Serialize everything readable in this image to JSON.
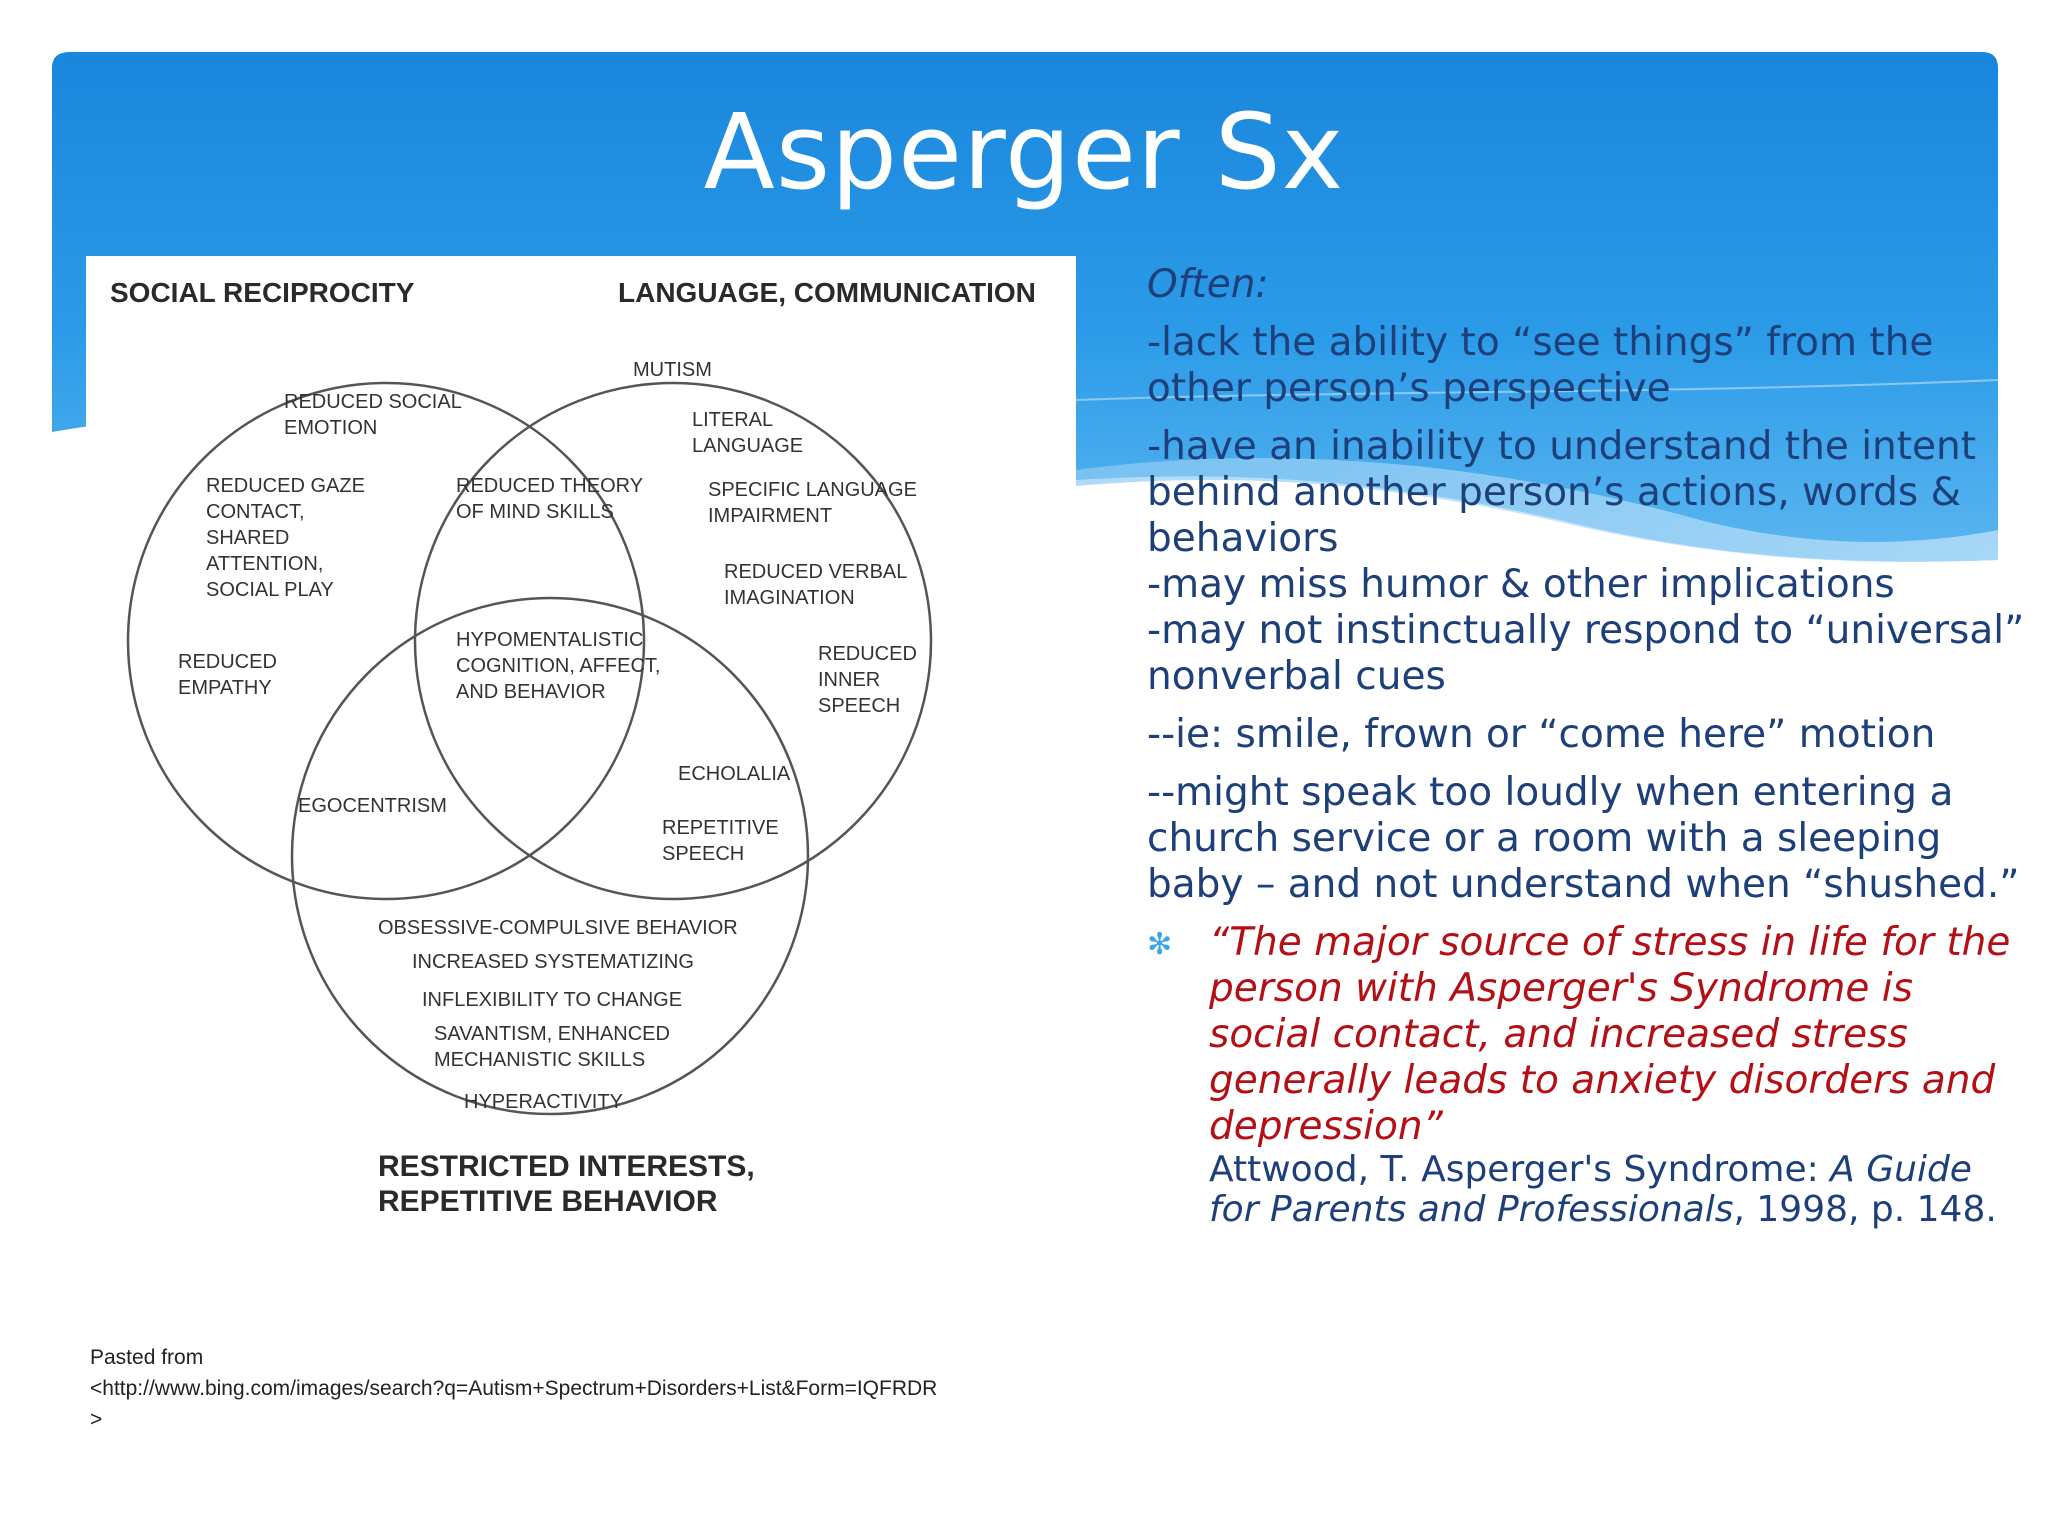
{
  "slide": {
    "title": "Asperger Sx",
    "colors": {
      "banner": "#1e8fe0",
      "body_text": "#1d3f7a",
      "quote_text": "#b30f14",
      "bullet": "#3aa6e6"
    }
  },
  "venn": {
    "headings": {
      "social": "SOCIAL RECIPROCITY",
      "language": "LANGUAGE, COMMUNICATION",
      "restricted_1": "RESTRICTED INTERESTS,",
      "restricted_2": "REPETITIVE BEHAVIOR"
    },
    "labels": {
      "mutism": "MUTISM",
      "reduced_social_emotion_1": "REDUCED SOCIAL",
      "reduced_social_emotion_2": "EMOTION",
      "literal_language_1": "LITERAL",
      "literal_language_2": "LANGUAGE",
      "reduced_gaze_1": "REDUCED GAZE",
      "reduced_gaze_2": "CONTACT,",
      "reduced_gaze_3": "SHARED",
      "reduced_gaze_4": "ATTENTION,",
      "reduced_gaze_5": "SOCIAL PLAY",
      "theory_of_mind_1": "REDUCED THEORY",
      "theory_of_mind_2": "OF MIND SKILLS",
      "specific_language_1": "SPECIFIC LANGUAGE",
      "specific_language_2": "IMPAIRMENT",
      "reduced_verbal_1": "REDUCED VERBAL",
      "reduced_verbal_2": "IMAGINATION",
      "hypomentalistic_1": "HYPOMENTALISTIC",
      "hypomentalistic_2": "COGNITION, AFFECT,",
      "hypomentalistic_3": "AND BEHAVIOR",
      "reduced_empathy_1": "REDUCED",
      "reduced_empathy_2": "EMPATHY",
      "reduced_inner_speech_1": "REDUCED",
      "reduced_inner_speech_2": "INNER",
      "reduced_inner_speech_3": "SPEECH",
      "echolalia": "ECHOLALIA",
      "egocentrism": "EGOCENTRISM",
      "repetitive_speech_1": "REPETITIVE",
      "repetitive_speech_2": "SPEECH",
      "obsessive": "OBSESSIVE-COMPULSIVE BEHAVIOR",
      "systematizing": "INCREASED SYSTEMATIZING",
      "inflexibility": "INFLEXIBILITY TO CHANGE",
      "savantism_1": "SAVANTISM, ENHANCED",
      "savantism_2": "MECHANISTIC SKILLS",
      "hyperactivity": "HYPERACTIVITY"
    }
  },
  "source": {
    "line1": "Pasted from",
    "line2": "<http://www.bing.com/images/search?q=Autism+Spectrum+Disorders+List&Form=IQFRDR",
    "line3": ">"
  },
  "notes": {
    "often": "Often:",
    "p1": "-lack the ability to “see things” from the other person’s perspective",
    "p2": "-have an inability to understand the intent behind another person’s actions, words & behaviors",
    "p3": "-may miss humor & other implications",
    "p4": "-may not instinctually respond to “universal” nonverbal cues",
    "p5": "--ie: smile, frown or “come here” motion",
    "p6": "--might speak too loudly when entering a church service or a room with a sleeping baby – and not understand when “shushed.”",
    "quote": "“The major source of stress in life for the person with Asperger's Syndrome is social contact, and increased stress generally leads to anxiety disorders and depression”",
    "citation_author": "Attwood, T. Asperger's Syndrome: ",
    "citation_title": "A Guide for Parents and Professionals",
    "citation_rest": ", 1998, p. 148.",
    "bullet_icon": "asterisk-bullet"
  }
}
